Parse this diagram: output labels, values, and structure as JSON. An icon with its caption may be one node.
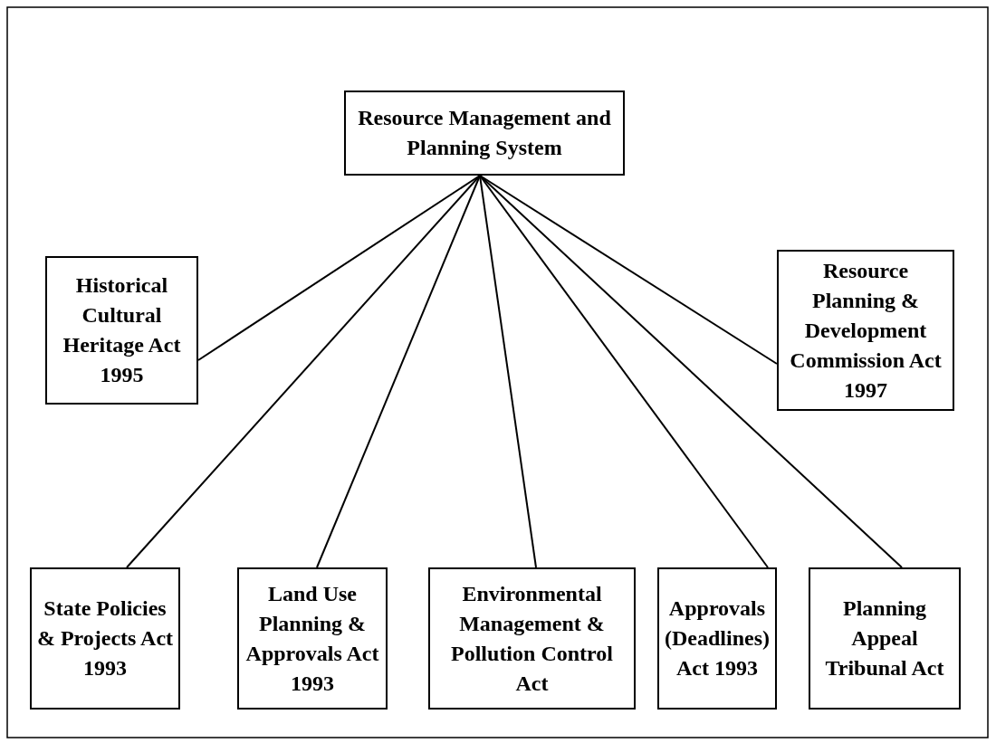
{
  "diagram": {
    "nodes": [
      {
        "text": [
          "Resource Management and Planning System"
        ]
      },
      {
        "text": [
          "Historical Cultural Heritage Act 1995"
        ]
      },
      {
        "text": [
          "Resource Planning & Development Commission Act 1997"
        ]
      },
      {
        "text": [
          "State Policies & Projects Act 1993"
        ]
      },
      {
        "text": [
          "Land Use Planning & Approvals Act 1993"
        ]
      },
      {
        "text": [
          "Environmental Management & Pollution Control Act"
        ]
      },
      {
        "text": [
          "Approvals (Deadlines) Act 1993"
        ]
      },
      {
        "text": [
          "Planning Appeal Tribunal Act"
        ]
      }
    ],
    "edges": [
      {
        "from": 0,
        "to": 1,
        "arrow": "none"
      },
      {
        "from": 0,
        "to": 3,
        "arrow": "none"
      },
      {
        "from": 0,
        "to": 4,
        "arrow": "none"
      },
      {
        "from": 0,
        "to": 5,
        "arrow": "none"
      },
      {
        "from": 0,
        "to": 6,
        "arrow": "none"
      },
      {
        "from": 0,
        "to": 7,
        "arrow": "none"
      },
      {
        "from": 0,
        "to": 2,
        "arrow": "none"
      }
    ]
  }
}
